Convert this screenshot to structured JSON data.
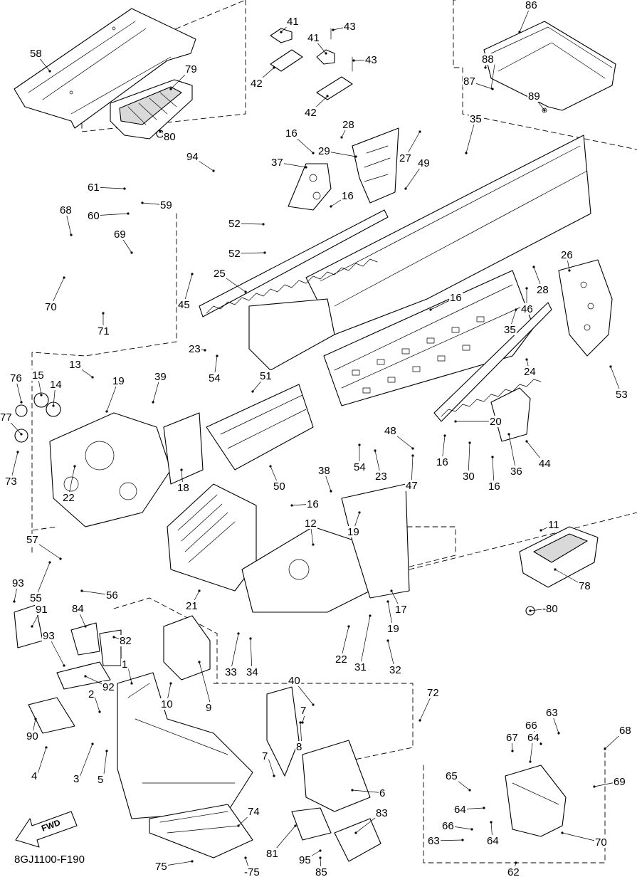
{
  "drawing_code": "8GJ1100-F190",
  "fwd_label": "FWD",
  "callouts": [
    {
      "id": "c58",
      "label": "58"
    },
    {
      "id": "c79",
      "label": "79"
    },
    {
      "id": "c80a",
      "label": "80"
    },
    {
      "id": "c41a",
      "label": "41"
    },
    {
      "id": "c41b",
      "label": "41"
    },
    {
      "id": "c43a",
      "label": "43"
    },
    {
      "id": "c43b",
      "label": "43"
    },
    {
      "id": "c42a",
      "label": "42"
    },
    {
      "id": "c42b",
      "label": "42"
    },
    {
      "id": "c86",
      "label": "86"
    },
    {
      "id": "c88",
      "label": "88"
    },
    {
      "id": "c87",
      "label": "87"
    },
    {
      "id": "c89",
      "label": "89"
    },
    {
      "id": "c28a",
      "label": "28"
    },
    {
      "id": "c16a",
      "label": "16"
    },
    {
      "id": "c29",
      "label": "29"
    },
    {
      "id": "c27",
      "label": "27"
    },
    {
      "id": "c35a",
      "label": "35"
    },
    {
      "id": "c94",
      "label": "94"
    },
    {
      "id": "c37",
      "label": "37"
    },
    {
      "id": "c49",
      "label": "49"
    },
    {
      "id": "c16b",
      "label": "16"
    },
    {
      "id": "c61",
      "label": "61"
    },
    {
      "id": "c59",
      "label": "59"
    },
    {
      "id": "c60",
      "label": "60"
    },
    {
      "id": "c68a",
      "label": "68"
    },
    {
      "id": "c52a",
      "label": "52"
    },
    {
      "id": "c69a",
      "label": "69"
    },
    {
      "id": "c52b",
      "label": "52"
    },
    {
      "id": "c26",
      "label": "26"
    },
    {
      "id": "c28b",
      "label": "28"
    },
    {
      "id": "c25",
      "label": "25"
    },
    {
      "id": "c45",
      "label": "45"
    },
    {
      "id": "c70a",
      "label": "70"
    },
    {
      "id": "c16c",
      "label": "16"
    },
    {
      "id": "c46",
      "label": "46"
    },
    {
      "id": "c71",
      "label": "71"
    },
    {
      "id": "c35b",
      "label": "35"
    },
    {
      "id": "c23a",
      "label": "23"
    },
    {
      "id": "c54a",
      "label": "54"
    },
    {
      "id": "c24",
      "label": "24"
    },
    {
      "id": "c53",
      "label": "53"
    },
    {
      "id": "c13",
      "label": "13"
    },
    {
      "id": "c76",
      "label": "76"
    },
    {
      "id": "c15",
      "label": "15"
    },
    {
      "id": "c14",
      "label": "14"
    },
    {
      "id": "c19a",
      "label": "19"
    },
    {
      "id": "c39",
      "label": "39"
    },
    {
      "id": "c51",
      "label": "51"
    },
    {
      "id": "c20",
      "label": "20"
    },
    {
      "id": "c77",
      "label": "77"
    },
    {
      "id": "c48",
      "label": "48"
    },
    {
      "id": "c44",
      "label": "44"
    },
    {
      "id": "c73",
      "label": "73"
    },
    {
      "id": "c54b",
      "label": "54"
    },
    {
      "id": "c23b",
      "label": "23"
    },
    {
      "id": "c16d",
      "label": "16"
    },
    {
      "id": "c30",
      "label": "30"
    },
    {
      "id": "c36",
      "label": "36"
    },
    {
      "id": "c47",
      "label": "47"
    },
    {
      "id": "c16e",
      "label": "16"
    },
    {
      "id": "c18",
      "label": "18"
    },
    {
      "id": "c22a",
      "label": "22"
    },
    {
      "id": "c50",
      "label": "50"
    },
    {
      "id": "c38",
      "label": "38"
    },
    {
      "id": "c16f",
      "label": "16"
    },
    {
      "id": "c11",
      "label": "11"
    },
    {
      "id": "c19b",
      "label": "19"
    },
    {
      "id": "c57",
      "label": "57"
    },
    {
      "id": "c12",
      "label": "12"
    },
    {
      "id": "c55",
      "label": "55"
    },
    {
      "id": "c56",
      "label": "56"
    },
    {
      "id": "c93a",
      "label": "93"
    },
    {
      "id": "c21",
      "label": "21"
    },
    {
      "id": "c17",
      "label": "17"
    },
    {
      "id": "c78",
      "label": "78"
    },
    {
      "id": "c91",
      "label": "91"
    },
    {
      "id": "c84",
      "label": "84"
    },
    {
      "id": "c80b",
      "label": "-80"
    },
    {
      "id": "c19c",
      "label": "19"
    },
    {
      "id": "c93b",
      "label": "93"
    },
    {
      "id": "c82",
      "label": "82"
    },
    {
      "id": "c22b",
      "label": "22"
    },
    {
      "id": "c31",
      "label": "31"
    },
    {
      "id": "c32",
      "label": "32"
    },
    {
      "id": "c1",
      "label": "1"
    },
    {
      "id": "c33",
      "label": "33"
    },
    {
      "id": "c34",
      "label": "34"
    },
    {
      "id": "c92",
      "label": "92"
    },
    {
      "id": "c9",
      "label": "9"
    },
    {
      "id": "c10",
      "label": "10"
    },
    {
      "id": "c2",
      "label": "2"
    },
    {
      "id": "c40",
      "label": "40"
    },
    {
      "id": "c72",
      "label": "72"
    },
    {
      "id": "c7a",
      "label": "7"
    },
    {
      "id": "c63a",
      "label": "63"
    },
    {
      "id": "c90",
      "label": "90"
    },
    {
      "id": "c8",
      "label": "8"
    },
    {
      "id": "c66a",
      "label": "66"
    },
    {
      "id": "c68b",
      "label": "68"
    },
    {
      "id": "c67",
      "label": "67"
    },
    {
      "id": "c64a",
      "label": "64"
    },
    {
      "id": "c4",
      "label": "4"
    },
    {
      "id": "c3",
      "label": "3"
    },
    {
      "id": "c5",
      "label": "5"
    },
    {
      "id": "c7b",
      "label": "7"
    },
    {
      "id": "c65",
      "label": "65"
    },
    {
      "id": "c69b",
      "label": "69"
    },
    {
      "id": "c6",
      "label": "6"
    },
    {
      "id": "c64b",
      "label": "64"
    },
    {
      "id": "c74",
      "label": "74"
    },
    {
      "id": "c83",
      "label": "83"
    },
    {
      "id": "c66b",
      "label": "66"
    },
    {
      "id": "c63b",
      "label": "63"
    },
    {
      "id": "c64c",
      "label": "64"
    },
    {
      "id": "c70b",
      "label": "70"
    },
    {
      "id": "c81",
      "label": "81"
    },
    {
      "id": "c95",
      "label": "95"
    },
    {
      "id": "c75a",
      "label": "75"
    },
    {
      "id": "c75b",
      "label": "-75"
    },
    {
      "id": "c85",
      "label": "85"
    },
    {
      "id": "c62",
      "label": "62"
    }
  ]
}
